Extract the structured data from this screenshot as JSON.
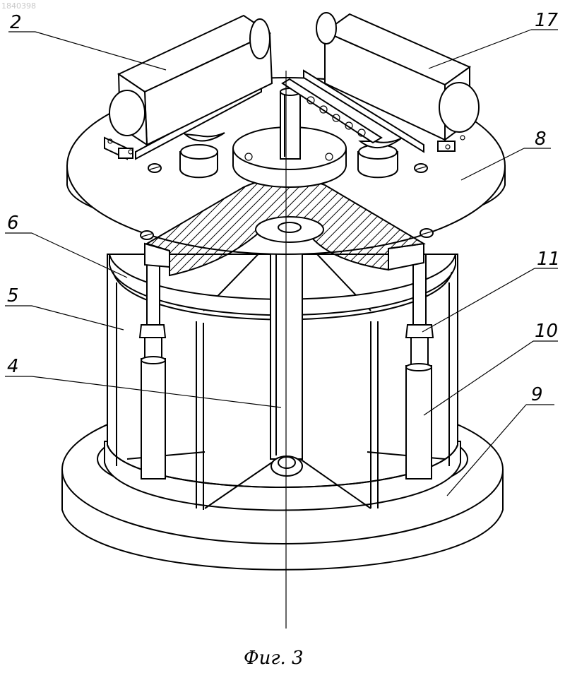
{
  "document_number": "1840398",
  "figure_caption": "Фиг. 3",
  "reference_labels": [
    "2",
    "17",
    "8",
    "6",
    "11",
    "5",
    "10",
    "4",
    "9"
  ]
}
